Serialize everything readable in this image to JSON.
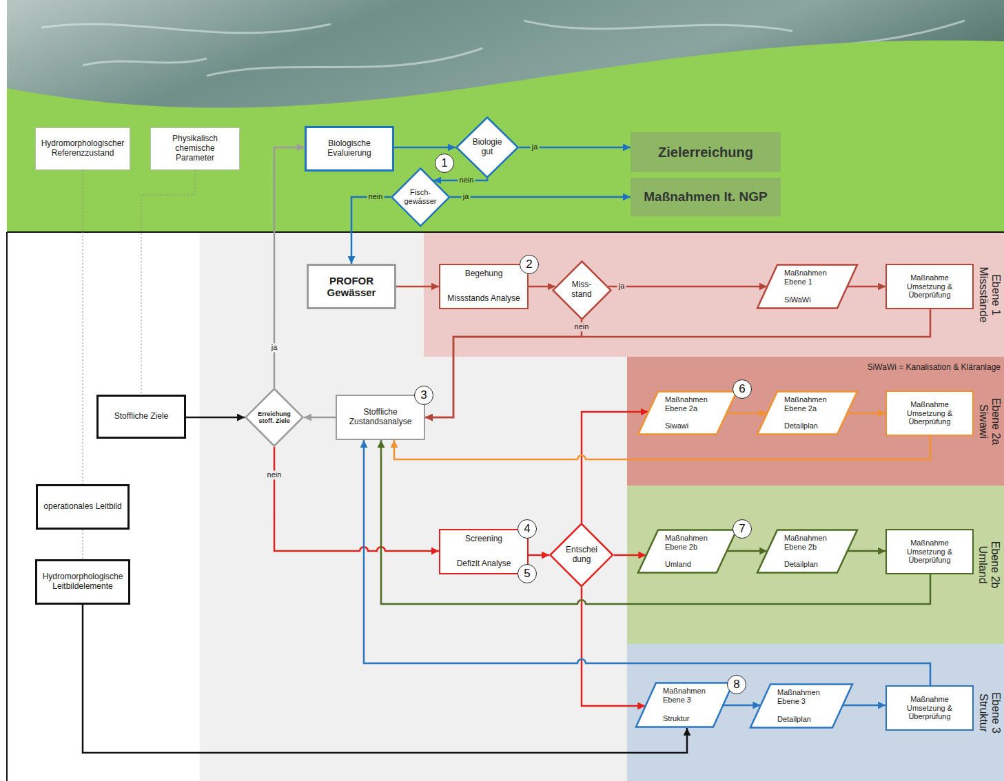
{
  "diagram": {
    "nodes": [
      {
        "text": [
          "Hydromorphologischer Referenzzustand"
        ]
      },
      {
        "text": [
          "Physikalisch chemische Parameter"
        ]
      },
      {
        "text": [
          "Biologische Evaluierung"
        ]
      },
      {
        "text": [
          "Biologie gut"
        ]
      },
      {
        "text": [
          "Zielerreichung"
        ]
      },
      {
        "text": [
          "Fisch- gewässer"
        ]
      },
      {
        "text": [
          "Maßnahmen lt. NGP"
        ]
      },
      {
        "text": [
          "Ebene 1",
          "Missstände"
        ]
      },
      {
        "text": [
          "PROFOR Gewässer"
        ]
      },
      {
        "text": [
          "Begehung",
          "Missstands Analyse"
        ],
        "in": 7
      },
      {
        "text": [
          "Miss- stand"
        ],
        "in": 7
      },
      {
        "text": [
          "Maßnahmen Ebene 1",
          "SiWaWi"
        ],
        "in": 7
      },
      {
        "text": [
          "Maßnahme Umsetzung & Überprüfung"
        ],
        "in": 7
      },
      {
        "text": [
          "Ebene 2a",
          "Siwawi"
        ]
      },
      {
        "text": [
          "Stoffliche Ziele"
        ]
      },
      {
        "text": [
          "Erreichung stoff. Ziele"
        ]
      },
      {
        "text": [
          "Stoffliche Zustandsanalyse"
        ]
      },
      {
        "text": [
          "Maßnahmen Ebene 2a",
          "Siwawi"
        ],
        "in": 13
      },
      {
        "text": [
          "Maßnahmen Ebene 2a",
          "Detailplan"
        ],
        "in": 13
      },
      {
        "text": [
          "Maßnahme Umsetzung & Überprüfung"
        ],
        "in": 13
      },
      {
        "text": [
          "Ebene 2b",
          "Umland"
        ]
      },
      {
        "text": [
          "operationales Leitbild"
        ]
      },
      {
        "text": [
          "Screening",
          "Defizit Analyse"
        ]
      },
      {
        "text": [
          "Entschei dung"
        ]
      },
      {
        "text": [
          "Maßnahmen Ebene 2b",
          "Umland"
        ],
        "in": 20
      },
      {
        "text": [
          "Maßnahmen Ebene 2b",
          "Detailplan"
        ],
        "in": 20
      },
      {
        "text": [
          "Maßnahme Umsetzung & Überprüfung"
        ],
        "in": 20
      },
      {
        "text": [
          "Hydromorphologische Leitbildelemente"
        ]
      },
      {
        "text": [
          "Ebene 3",
          "Struktur"
        ]
      },
      {
        "text": [
          "Maßnahmen Ebene 3",
          "Struktur"
        ],
        "in": 28
      },
      {
        "text": [
          "Maßnahmen Ebene 3",
          "Detailplan"
        ],
        "in": 28
      },
      {
        "text": [
          "Maßnahme Umsetzung & Überprüfung"
        ],
        "in": 28
      }
    ],
    "edges": [
      {
        "from": 2,
        "to": 3,
        "arrow": "to"
      },
      {
        "from": 3,
        "to": 4,
        "label": "ja",
        "arrow": "to"
      },
      {
        "from": 3,
        "to": 5,
        "label": "nein",
        "arrow": "to"
      },
      {
        "from": 5,
        "to": 6,
        "label": "ja",
        "arrow": "to"
      },
      {
        "from": 5,
        "to": 8,
        "label": "nein",
        "arrow": "to"
      },
      {
        "from": 8,
        "to": 9,
        "arrow": "to"
      },
      {
        "from": 9,
        "to": 10,
        "arrow": "to"
      },
      {
        "from": 10,
        "to": 11,
        "label": "ja",
        "arrow": "to"
      },
      {
        "from": 11,
        "to": 12,
        "arrow": "to"
      },
      {
        "from": 10,
        "to": 16,
        "label": "nein",
        "arrow": "to"
      },
      {
        "from": 12,
        "to": 16,
        "arrow": "to"
      },
      {
        "from": 16,
        "to": 15,
        "arrow": "to"
      },
      {
        "from": 14,
        "to": 15,
        "arrow": "to"
      },
      {
        "from": 15,
        "to": 2,
        "label": "ja",
        "arrow": "to"
      },
      {
        "from": 15,
        "to": 22,
        "label": "nein",
        "arrow": "to"
      },
      {
        "from": 22,
        "to": 23,
        "arrow": "to"
      },
      {
        "from": 23,
        "to": 17,
        "arrow": "to"
      },
      {
        "from": 23,
        "to": 24,
        "arrow": "to"
      },
      {
        "from": 23,
        "to": 29,
        "arrow": "to"
      },
      {
        "from": 17,
        "to": 18,
        "arrow": "to"
      },
      {
        "from": 18,
        "to": 19,
        "arrow": "to"
      },
      {
        "from": 19,
        "to": 16,
        "arrow": "to"
      },
      {
        "from": 24,
        "to": 25,
        "arrow": "to"
      },
      {
        "from": 25,
        "to": 26,
        "arrow": "to"
      },
      {
        "from": 26,
        "to": 16,
        "arrow": "to"
      },
      {
        "from": 29,
        "to": 30,
        "arrow": "to"
      },
      {
        "from": 30,
        "to": 31,
        "arrow": "to"
      },
      {
        "from": 31,
        "to": 16,
        "arrow": "to"
      },
      {
        "from": 27,
        "to": 29,
        "arrow": "to"
      },
      {
        "from": 0,
        "to": 21,
        "arrow": "none"
      },
      {
        "from": 21,
        "to": 27,
        "arrow": "none"
      },
      {
        "from": 1,
        "to": 14,
        "arrow": "none"
      }
    ],
    "labels": [
      "1",
      "2",
      "SiWaWi = Kanalisation & Kläranlage",
      "3",
      "6",
      "4",
      "7",
      "5",
      "8"
    ]
  }
}
